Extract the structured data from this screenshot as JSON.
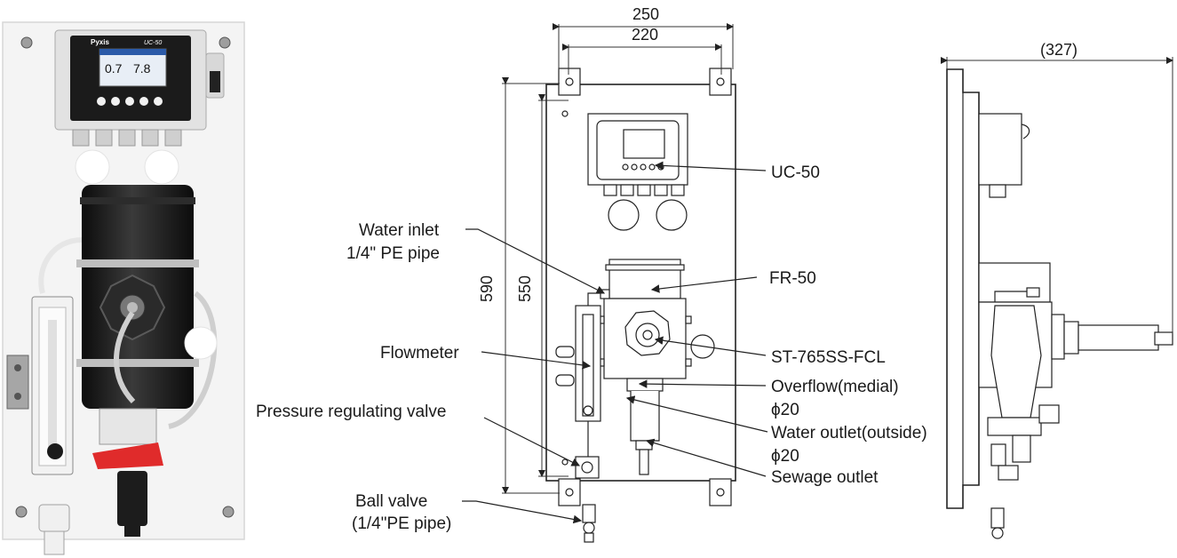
{
  "photo": {
    "display_reading_left": "0.7",
    "display_reading_right": "7.8",
    "brand": "Pyxis",
    "model": "UC-50"
  },
  "dimensions": {
    "overall_width": "250",
    "hole_width": "220",
    "overall_height": "590",
    "hole_height": "550",
    "depth": "(327)"
  },
  "labels": {
    "uc50": "UC-50",
    "water_inlet_1": "Water inlet",
    "water_inlet_2": "1/4\" PE pipe",
    "fr50": "FR-50",
    "flowmeter": "Flowmeter",
    "st765": "ST-765SS-FCL",
    "overflow_1": "Overflow(medial)",
    "overflow_2": "ϕ20",
    "pressure_valve": "Pressure regulating valve",
    "water_outlet_1": "Water outlet(outside)",
    "water_outlet_2": "ϕ20",
    "sewage_outlet": "Sewage outlet",
    "ball_valve_1": "Ball valve",
    "ball_valve_2": "(1/4\"PE pipe)"
  }
}
